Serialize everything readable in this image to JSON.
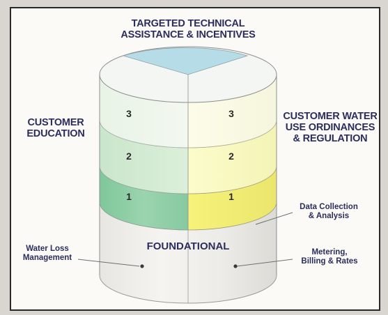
{
  "top_label": "TARGETED TECHNICAL\nASSISTANCE & INCENTIVES",
  "left_label": "CUSTOMER\nEDUCATION",
  "right_label": "CUSTOMER WATER\nUSE ORDINANCES\n& REGULATION",
  "foundation_label": "FOUNDATIONAL",
  "callouts": {
    "data_collection": "Data Collection\n& Analysis",
    "water_loss": "Water Loss\nManagement",
    "metering": "Metering,\nBilling & Rates"
  },
  "tiers": {
    "left": [
      "3",
      "2",
      "1"
    ],
    "right": [
      "3",
      "2",
      "1"
    ]
  },
  "colors": {
    "label_navy": "#2b2d5c",
    "green_tier_1": "#86c9a0",
    "green_tier_2": "#d3ead3",
    "yellow_tier_1": "#f3ee7a",
    "yellow_tier_2": "#fafbc3",
    "top_cap": "#b6dce8"
  }
}
